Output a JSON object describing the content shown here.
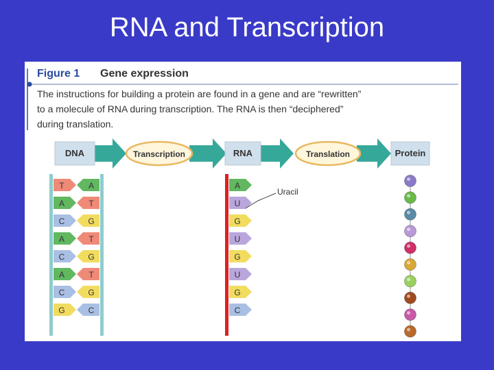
{
  "slide": {
    "title": "RNA and Transcription"
  },
  "figure": {
    "label": "Figure 1",
    "title": "Gene expression",
    "caption_lines": [
      "The instructions for building a protein are found in a gene and are “rewritten”",
      "to a molecule of RNA during transcription. The RNA is then “deciphered”",
      "during translation."
    ],
    "flow": {
      "dna": "DNA",
      "transcription": "Transcription",
      "rna": "RNA",
      "translation": "Translation",
      "protein": "Protein"
    },
    "uracil_label": "Uracil",
    "dna_left": [
      "T",
      "A",
      "C",
      "A",
      "C",
      "A",
      "C",
      "G"
    ],
    "dna_right": [
      "A",
      "T",
      "G",
      "T",
      "G",
      "T",
      "G",
      "C"
    ],
    "rna": [
      "A",
      "U",
      "G",
      "U",
      "G",
      "U",
      "G",
      "C"
    ]
  },
  "colors": {
    "slide_background": "#3a3ac8",
    "A": "#61b861",
    "T": "#f08a78",
    "U": "#b9a6dc",
    "C": "#a9bfe3",
    "G": "#f2dc60",
    "arrow": "#36a89a",
    "label_box": "#cfe0ec",
    "rna_backbone": "#e02020",
    "dna_backbone": "#8fcccc",
    "amino_acids": [
      "#8a7ac8",
      "#6aba4a",
      "#5a8aa8",
      "#b99ad8",
      "#d0306a",
      "#d8a838",
      "#9ad060",
      "#a04a20",
      "#c85aa8",
      "#b86a2a"
    ]
  }
}
